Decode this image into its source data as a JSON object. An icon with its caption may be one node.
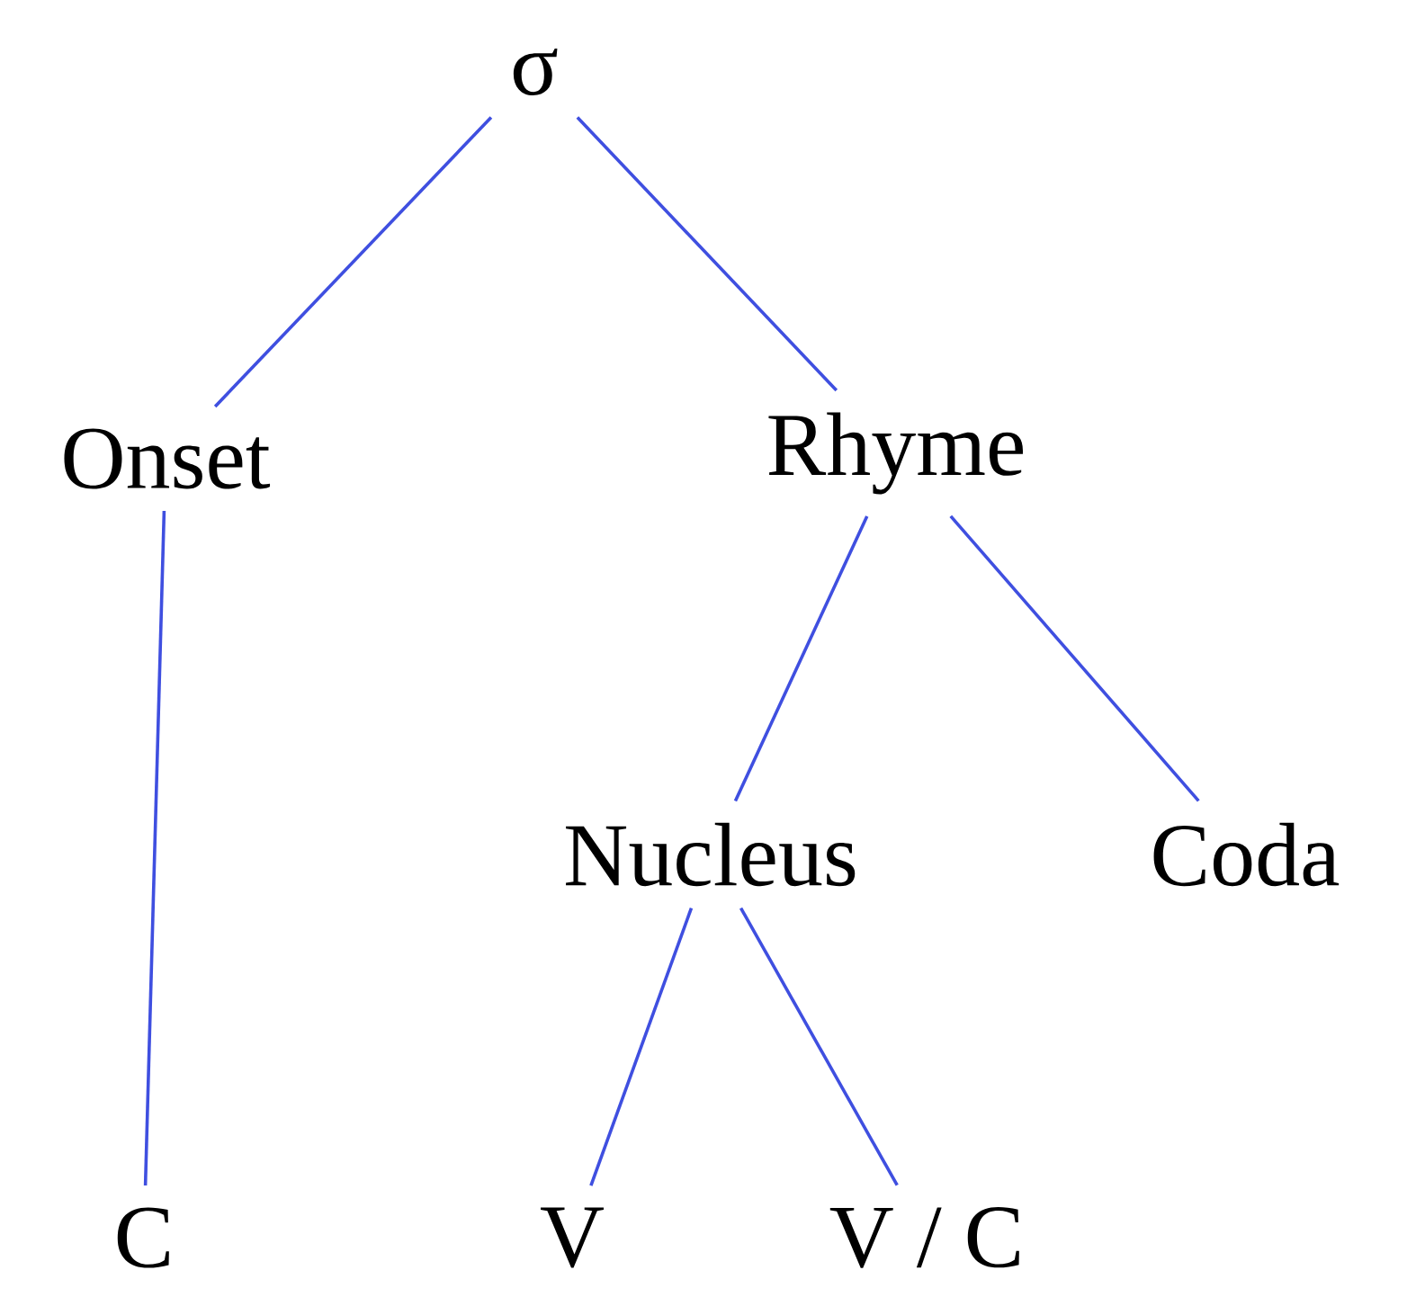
{
  "diagram": {
    "nodes": [
      {
        "text": [
          "σ"
        ]
      },
      {
        "text": [
          "Onset"
        ]
      },
      {
        "text": [
          "Rhyme"
        ]
      },
      {
        "text": [
          "Nucleus"
        ]
      },
      {
        "text": [
          "Coda"
        ]
      },
      {
        "text": [
          "C"
        ]
      },
      {
        "text": [
          "V"
        ]
      },
      {
        "text": [
          "V / C"
        ]
      }
    ],
    "edges": [
      {
        "from": 0,
        "to": 1,
        "arrow": "none"
      },
      {
        "from": 0,
        "to": 2,
        "arrow": "none"
      },
      {
        "from": 1,
        "to": 5,
        "arrow": "none"
      },
      {
        "from": 2,
        "to": 3,
        "arrow": "none"
      },
      {
        "from": 2,
        "to": 4,
        "arrow": "none"
      },
      {
        "from": 3,
        "to": 6,
        "arrow": "none"
      },
      {
        "from": 3,
        "to": 7,
        "arrow": "none"
      }
    ]
  }
}
